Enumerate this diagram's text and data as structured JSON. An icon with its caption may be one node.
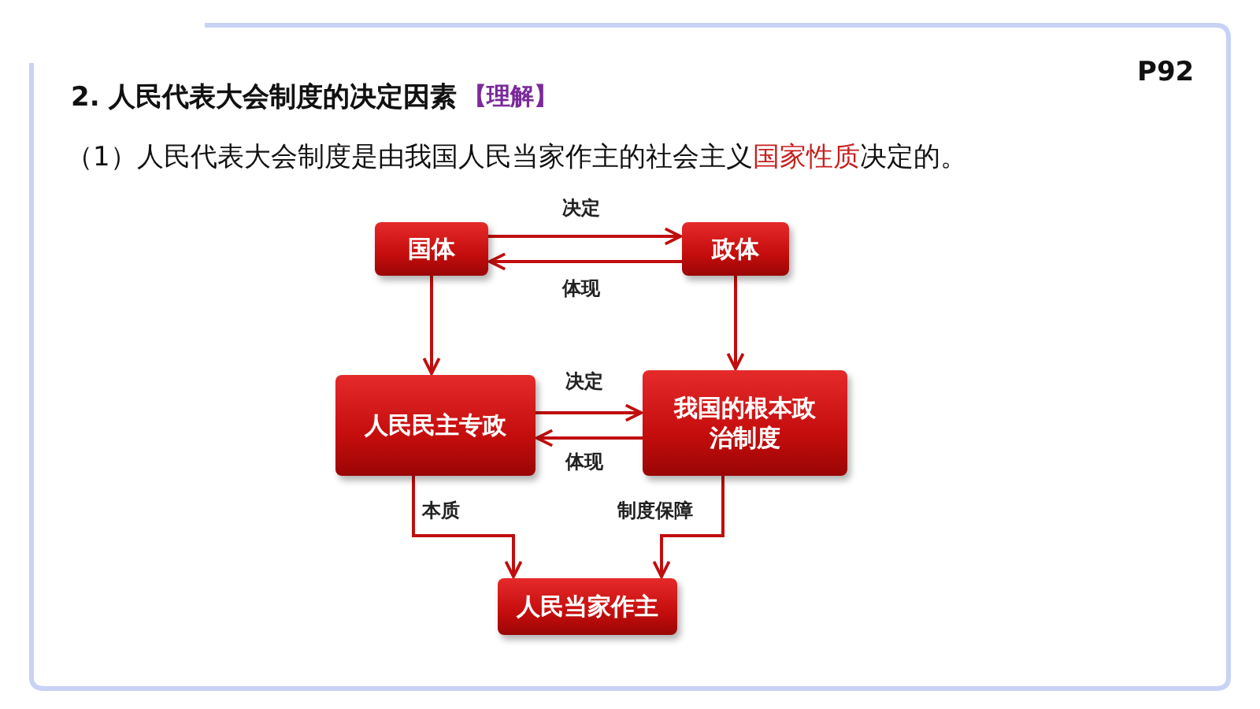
{
  "diagram": {
    "title": "2. 人民代表大会制度的决定因素",
    "nodes": [
      {
        "text": [
          "国体"
        ]
      },
      {
        "text": [
          "政体"
        ]
      },
      {
        "text": [
          "人民民主专政"
        ]
      },
      {
        "text": [
          "我国的根本政治制度"
        ]
      },
      {
        "text": [
          "人民当家作主"
        ]
      }
    ],
    "edges": [
      {
        "from": 0,
        "to": 1,
        "arrow": "to",
        "label": "决定"
      },
      {
        "from": 1,
        "to": 0,
        "arrow": "to",
        "label": "体现"
      },
      {
        "from": 0,
        "to": 2,
        "arrow": "to"
      },
      {
        "from": 1,
        "to": 3,
        "arrow": "to"
      },
      {
        "from": 2,
        "to": 3,
        "arrow": "to",
        "label": "决定"
      },
      {
        "from": 3,
        "to": 2,
        "arrow": "to",
        "label": "体现"
      },
      {
        "from": 2,
        "to": 4,
        "arrow": "to",
        "label": "本质"
      },
      {
        "from": 3,
        "to": 4,
        "arrow": "to",
        "label": "制度保障"
      }
    ],
    "labels": [
      "【理解】",
      "P92",
      "（1）人民代表大会制度是由我国人民当家作主的社会主义**国家性质**决定的。"
    ]
  }
}
